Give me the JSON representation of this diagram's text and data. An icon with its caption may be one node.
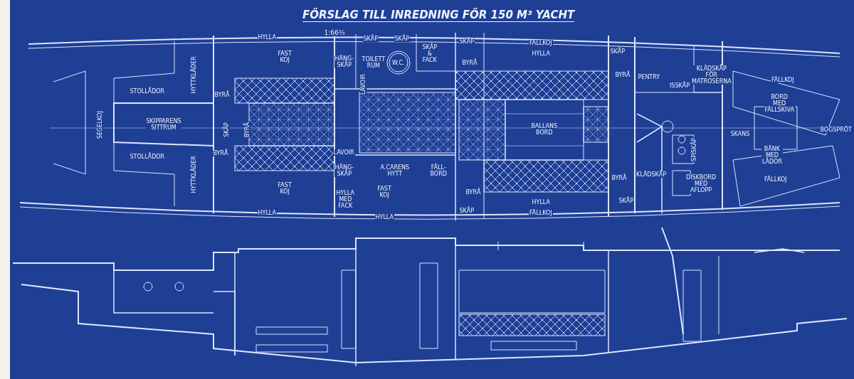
{
  "diagram": {
    "title": "FÖRSLAG TILL INREDNING FÖR 150 M³ YACHT",
    "labels": [
      "1:66⅔",
      "SEGELKOJ",
      "STOLLÅDOR",
      "HYTTKLÄDER",
      "SKIPPARENS SITTRUM",
      "STOLLÅDOR",
      "HYTTKLÄDER",
      "HYLLA",
      "BYRÅ",
      "SKÅP",
      "BYRÅ",
      "BYRÅ",
      "FAST KOJ",
      "FAST KOJ",
      "HYLLA",
      "HÄNG-SKÅP",
      "SKÅP",
      "SKÅP",
      "TOILETT RUM",
      "W.C.",
      "LAVOIR",
      "SKÅP & FACK",
      "SKÅP",
      "BYRÅ",
      "LAVOIR",
      "HÄNG-SKÅP",
      "A.CARENS HYTT",
      "FÄLL-BORD",
      "HYLLA MED FACK",
      "FAST KOJ",
      "HYLLA",
      "BYRÅ",
      "SKÅP",
      "FÄLLKOJ",
      "HYLLA",
      "BALLANS BORD",
      "HYLLA",
      "FÄLLKOJ",
      "SKÅP",
      "BYRÅ",
      "BYRÅ",
      "SKÅP",
      "PENTRY",
      "ISSKÅP",
      "KLÄDSKÅP FÖR MATROSERNA",
      "KLÄDSKÅP",
      "SPISKÅP",
      "DISKBORD MED AFLOPP",
      "SKANS",
      "FÄLLKOJ",
      "BORD MED FÄLLSKIVA",
      "BÄNK MED LÅDOR",
      "FÄLLKOJ",
      "BOGSPRÖT"
    ]
  }
}
